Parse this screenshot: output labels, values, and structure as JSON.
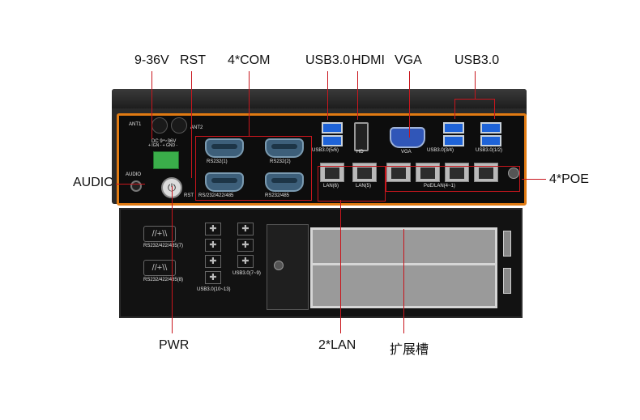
{
  "callouts": {
    "power_input": "9-36V",
    "reset": "RST",
    "com": "4*COM",
    "usb_left": "USB3.0",
    "hdmi": "HDMI",
    "vga": "VGA",
    "usb_right": "USB3.0",
    "audio": "AUDIO",
    "poe": "4*POE",
    "pwr": "PWR",
    "lan": "2*LAN",
    "expansion": "扩展槽"
  },
  "panel_labels": {
    "ant1": "ANT1",
    "ant2": "ANT2",
    "dc": "DC 9～36V",
    "dc_sub": "+ IGN -  + GND -",
    "audio": "AUDIO",
    "rst": "RST",
    "com1": "RS232(1)",
    "com2": "RS232(2)",
    "com3": "RS/232/422/485",
    "com4": "RS232/485",
    "usb_56": "USB3.0(5/6)",
    "hd": "HD",
    "vga": "VGA",
    "usb_34": "USB3.0(3/4)",
    "usb_12": "USB3.0(1/2)",
    "lan6": "LAN(6)",
    "lan5": "LAN(5)",
    "poe": "PoE/LAN(4~1)",
    "rs7": "RS232/422/485(7)",
    "rs8": "RS232/422/485(8)",
    "usb_7_9": "USB3.0(7~9)",
    "usb_10_13": "USB3.0(10~13)"
  },
  "colors": {
    "accent_line": "#c8161d",
    "bezel_orange": "#e07a12",
    "usb_blue": "#1e63d8"
  }
}
